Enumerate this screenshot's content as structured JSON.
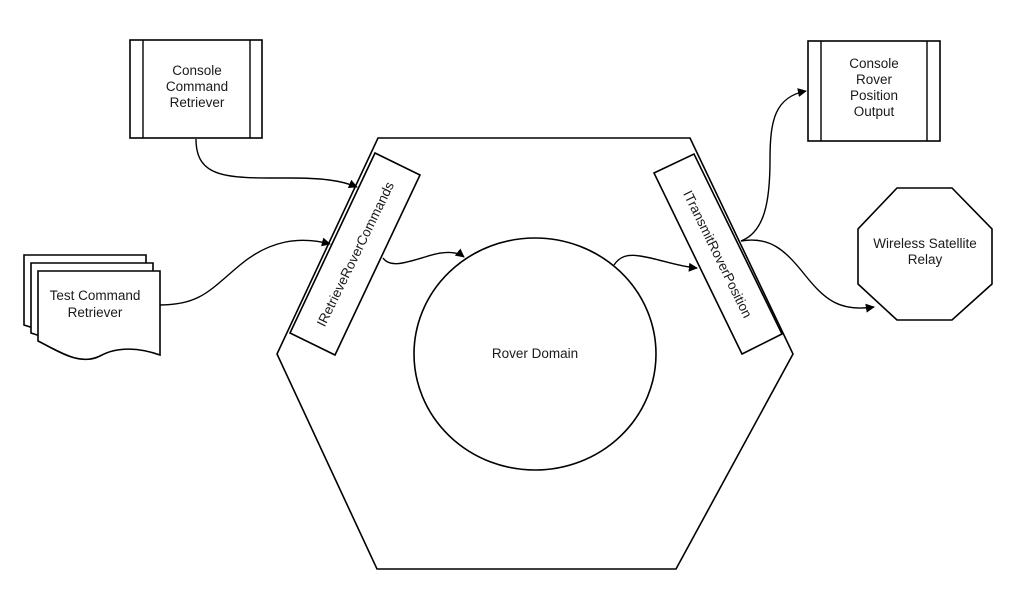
{
  "diagram": {
    "type": "hexagonal-architecture",
    "colors": {
      "stroke": "#000000",
      "fill": "#ffffff",
      "text": "#1a1a1a"
    },
    "nodes": {
      "console_command_retriever": {
        "lines": [
          "Console",
          "Command",
          "Retriever"
        ],
        "shape": "subprocess"
      },
      "test_command_retriever": {
        "lines": [
          "Test Command",
          "Retriever"
        ],
        "shape": "multi-document"
      },
      "retrieve_port": {
        "label": "IRetrieveRoverCommands",
        "shape": "port"
      },
      "rover_domain": {
        "label": "Rover Domain",
        "shape": "circle"
      },
      "transmit_port": {
        "label": "ITransmitRoverPosition",
        "shape": "port"
      },
      "console_rover_position_output": {
        "lines": [
          "Console",
          "Rover",
          "Position",
          "Output"
        ],
        "shape": "subprocess"
      },
      "wireless_satellite_relay": {
        "lines": [
          "Wireless Satellite",
          "Relay"
        ],
        "shape": "octagon"
      },
      "hexagon": {
        "label": "",
        "shape": "hexagon"
      }
    },
    "edges": [
      {
        "from": "Console Command Retriever",
        "to": "IRetrieveRoverCommands"
      },
      {
        "from": "Test Command Retriever",
        "to": "IRetrieveRoverCommands"
      },
      {
        "from": "IRetrieveRoverCommands",
        "to": "Rover Domain"
      },
      {
        "from": "Rover Domain",
        "to": "ITransmitRoverPosition"
      },
      {
        "from": "ITransmitRoverPosition",
        "to": "Console Rover Position Output"
      },
      {
        "from": "ITransmitRoverPosition",
        "to": "Wireless Satellite Relay"
      }
    ]
  }
}
